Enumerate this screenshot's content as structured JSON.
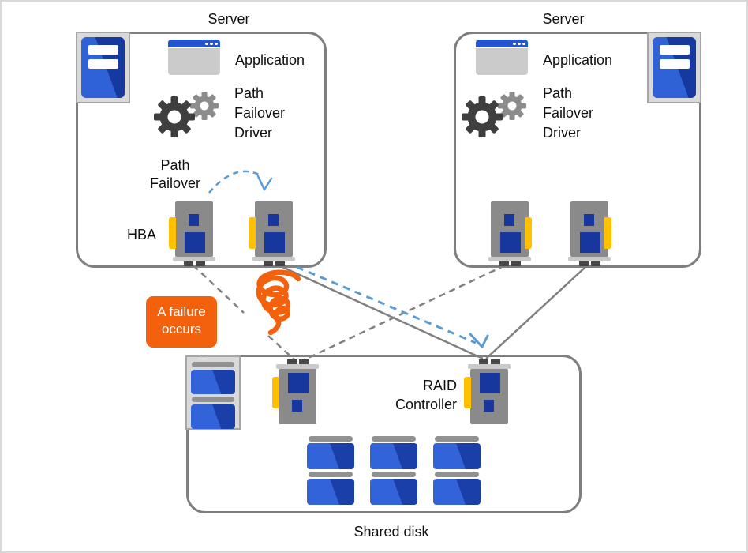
{
  "servers": [
    {
      "title": "Server",
      "application_label": "Application",
      "driver_label": "Path\nFailover\nDriver",
      "path_failover_label": "Path\nFailover",
      "hba_label": "HBA"
    },
    {
      "title": "Server",
      "application_label": "Application",
      "driver_label": "Path\nFailover\nDriver"
    }
  ],
  "failure_label": "A failure\noccurs",
  "storage": {
    "raid_controller_label": "RAID\nController",
    "shared_disk_label": "Shared disk"
  },
  "icons": {
    "server": "tower-server-icon",
    "application": "app-window-icon",
    "driver": "gears-icon",
    "hba": "expansion-card-icon",
    "raid_controller": "expansion-card-icon",
    "storage": "disk-enclosure-icon",
    "disk": "disk-icon",
    "failure": "orange-coil-scribble-icon",
    "failover": "curved-dashed-arrow-icon"
  },
  "colors": {
    "accent_blue": "#5B9BD5",
    "line_gray": "#808080",
    "box_border_gray": "#7F7F7F",
    "alert_orange": "#F4610D",
    "gold": "#FFC000",
    "card_gray": "#8A8A8A",
    "royal_blue_light": "#3363D8",
    "royal_blue_dark": "#1A3FA9",
    "titlebar_blue": "#2256CE"
  }
}
